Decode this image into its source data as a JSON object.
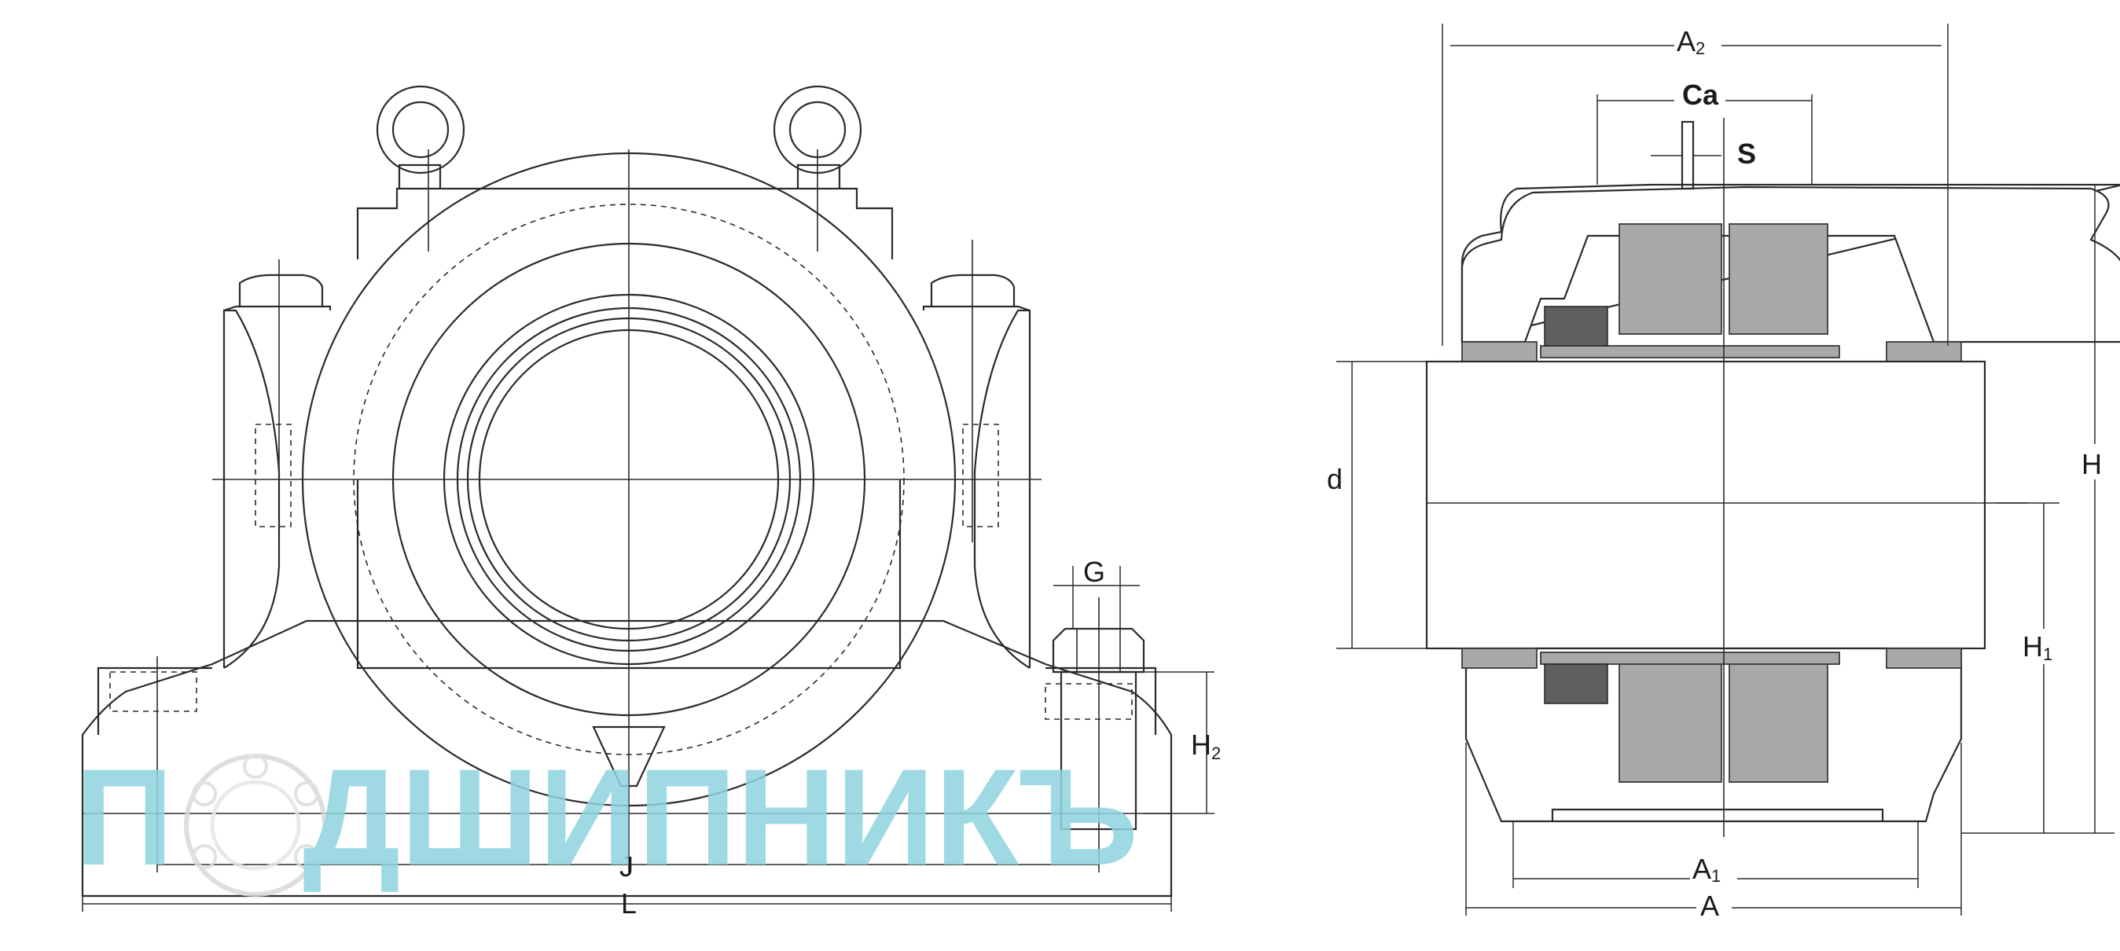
{
  "front_view": {
    "labels": {
      "G": "G",
      "H2_main": "H",
      "H2_sub": "2",
      "J": "J",
      "L": "L"
    }
  },
  "side_view": {
    "labels": {
      "A2_main": "A",
      "A2_sub": "2",
      "Ca": "Ca",
      "S": "S",
      "d": "d",
      "H": "H",
      "H1_main": "H",
      "H1_sub": "1",
      "A1_main": "A",
      "A1_sub": "1",
      "A": "A"
    }
  },
  "watermark": {
    "text": "П ДШИПНИКЪ",
    "color": "#8fd3e0"
  }
}
